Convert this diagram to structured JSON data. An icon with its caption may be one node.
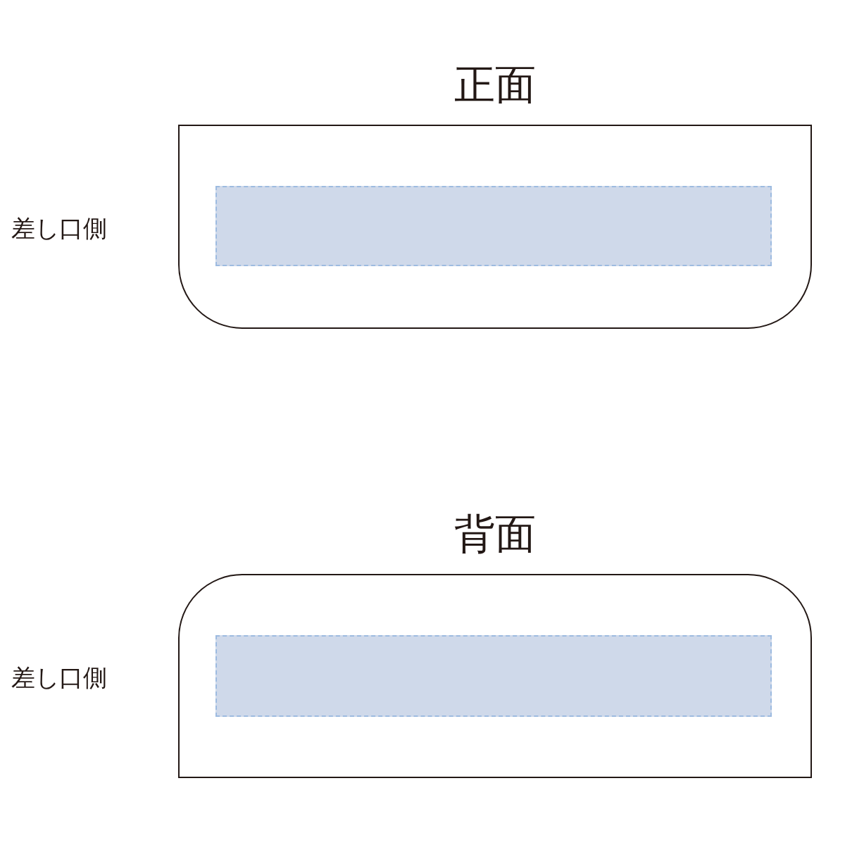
{
  "diagram": {
    "nodes": [
      {
        "text": [
          "正面"
        ],
        "beside": [
          "差し口側"
        ]
      },
      {
        "text": [],
        "shape": "box",
        "in": 0
      },
      {
        "text": [
          "背面"
        ],
        "beside": [
          "差し口側"
        ]
      },
      {
        "text": [],
        "shape": "box",
        "in": 2
      }
    ]
  }
}
